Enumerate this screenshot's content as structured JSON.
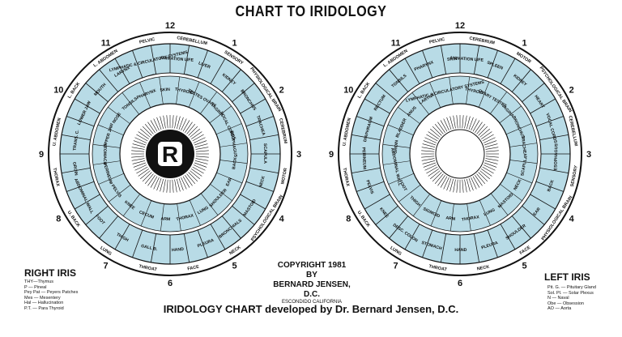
{
  "page": {
    "title": "CHART TO IRIDOLOGY",
    "footer": "IRIDOLOGY CHART developed by Dr. Bernard Jensen, D.C.",
    "copyright": {
      "line1": "COPYRIGHT 1981",
      "line2": "BY",
      "line3": "BERNARD JENSEN, D.C.",
      "line4": "ESCONDIDO CALIFORNIA"
    }
  },
  "right_iris": {
    "label": "RIGHT IRIS",
    "center_letter": "R",
    "legend": [
      "THY—Thymus",
      "P — Pineal",
      "Pey Pat — Peyers Patches",
      "Mes — Mesentery",
      "Hal — Hallucination",
      "P.T. — Para Thyroid"
    ],
    "clock": [
      "12",
      "1",
      "2",
      "3",
      "4",
      "5",
      "6",
      "7",
      "8",
      "9",
      "10",
      "11"
    ],
    "outer_labels": [
      "CEREBELLUM",
      "SENSORY",
      "PHYSIOLOGICAL BRAIN",
      "CEREBRUM",
      "MOTOR",
      "PSYCHOLOGICAL BRAIN",
      "NECK",
      "FACE",
      "THROAT",
      "LUNG",
      "U. BACK",
      "THORAX",
      "U. ABDOMEN",
      "L. BACK",
      "L. ABDOMEN",
      "PELVIC"
    ],
    "zone_labels": [
      "ANIMATION LIFE",
      "THYROID",
      "LIVER",
      "TESTES OVARY",
      "KIDNEY",
      "VAGINA",
      "BRONCHUS",
      "VOCAL CORDS",
      "TRACHEA",
      "ESOPHAGUS",
      "SCAPULA",
      "BACK",
      "NECK",
      "EAR",
      "MASTOID",
      "SHOULDER",
      "BRONCHIALS",
      "LUNG",
      "PLEURA",
      "THORAX",
      "HAND",
      "ARM",
      "GALL B.",
      "CECUM",
      "THIGH",
      "KNEE",
      "FOOT",
      "PELVIS",
      "ABDOMINAL WALL",
      "PERINEUM",
      "GROIN",
      "STOMACH",
      "TRANS. C.",
      "UPPER JAW",
      "LOWER JAW",
      "NOSE",
      "MOUTH",
      "TONSILS",
      "LARYNX",
      "PHARYNX",
      "LYMPHATIC & CIRCULATORY SYSTEMS",
      "SKIN"
    ]
  },
  "left_iris": {
    "label": "LEFT IRIS",
    "center_letter": "",
    "legend": [
      "Pit. G. — Pituitary Gland",
      "Sol. Pl. — Solar Plexus",
      "N — Naval",
      "Obe — Obsession",
      "AO — Aorta"
    ],
    "clock": [
      "12",
      "1",
      "2",
      "3",
      "4",
      "5",
      "6",
      "7",
      "8",
      "9",
      "10",
      "11"
    ],
    "outer_labels": [
      "CEREBRUM",
      "MOTOR",
      "PSYCHOLOGICAL BRAIN",
      "CEREBELLUM",
      "SENSORY",
      "PHYSIOLOGICAL BRAIN",
      "FACE",
      "NECK",
      "THROAT",
      "LUNG",
      "U. BACK",
      "THORAX",
      "U. ABDOMEN",
      "L. BACK",
      "L. ABDOMEN",
      "PELVIC"
    ],
    "zone_labels": [
      "ANIMATION LIFE",
      "THYROID",
      "SPLEEN",
      "OVARY TESTES",
      "KIDNEY",
      "VAGINA",
      "HEART",
      "BRONCHUS",
      "VOCAL CORDS",
      "TRACHEA",
      "ESOPHAGUS",
      "SCAPULA",
      "BACK",
      "NECK",
      "EAR",
      "MASTOID",
      "SHOULDER",
      "LUNG",
      "PLEURA",
      "THORAX",
      "HAND",
      "ARM",
      "STOMACH",
      "SIGMOID",
      "DESC. COLON",
      "THIGH",
      "KNEE",
      "FOOT",
      "PELVIS",
      "ABDOMINAL WALL",
      "PERINEUM",
      "GROIN",
      "DIAPHRAGM",
      "BLADDER",
      "RECTUM",
      "ANUS",
      "TONSILS",
      "LARYNX",
      "PHARYNX",
      "LYMPHATIC & CIRCULATORY SYSTEMS",
      "SKIN"
    ]
  },
  "colors": {
    "zone_fill": "#b8dbe6",
    "ink": "#111111",
    "paper": "#ffffff"
  }
}
